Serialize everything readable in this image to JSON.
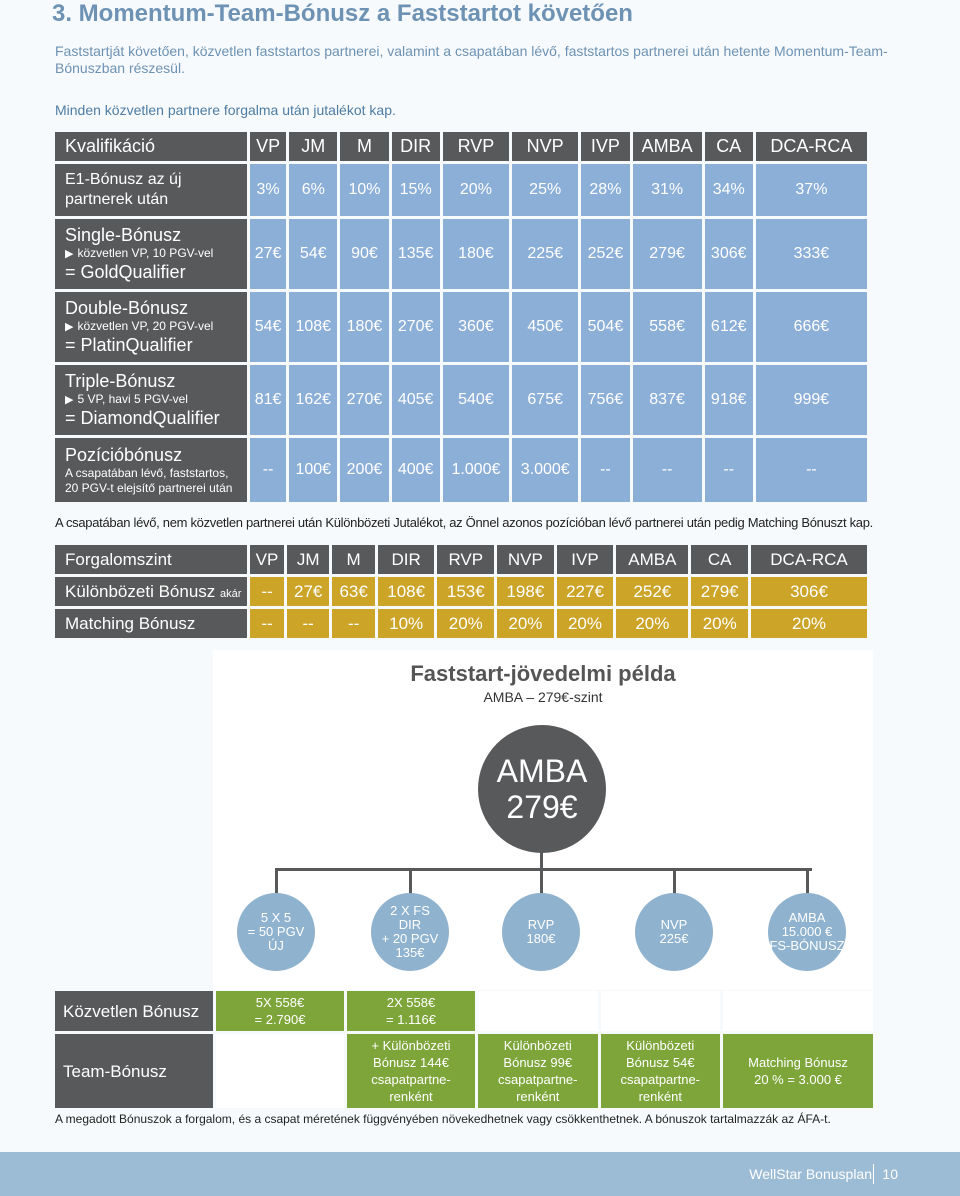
{
  "title": "3. Momentum-Team-Bónusz a Faststartot követően",
  "intro": "Faststartját követően, közvetlen faststartos partnerei, valamint a csapatában lévő, faststartos partnerei után hetente Momentum-Team-Bónuszban részesül.",
  "subheading": "Minden közvetlen partnere forgalma után jutalékot kap.",
  "qualification_table": {
    "header_label": "Kvalifikáció",
    "columns": [
      "VP",
      "JM",
      "M",
      "DIR",
      "RVP",
      "NVP",
      "IVP",
      "AMBA",
      "CA",
      "DCA-RCA"
    ],
    "rows": [
      {
        "label_lines": [
          "E1-Bónusz az új",
          "partnerek után"
        ],
        "values": [
          "3%",
          "6%",
          "10%",
          "15%",
          "20%",
          "25%",
          "28%",
          "31%",
          "34%",
          "37%"
        ]
      },
      {
        "label_title": "Single-Bónusz",
        "label_detail": "közvetlen VP, 10 PGV-vel",
        "label_result": "= GoldQualifier",
        "values": [
          "27€",
          "54€",
          "90€",
          "135€",
          "180€",
          "225€",
          "252€",
          "279€",
          "306€",
          "333€"
        ]
      },
      {
        "label_title": "Double-Bónusz",
        "label_detail": "közvetlen VP, 20 PGV-vel",
        "label_result": "= PlatinQualifier",
        "values": [
          "54€",
          "108€",
          "180€",
          "270€",
          "360€",
          "450€",
          "504€",
          "558€",
          "612€",
          "666€"
        ]
      },
      {
        "label_title": "Triple-Bónusz",
        "label_detail": "5 VP, havi 5 PGV-vel",
        "label_result": "= DiamondQualifier",
        "values": [
          "81€",
          "162€",
          "270€",
          "405€",
          "540€",
          "675€",
          "756€",
          "837€",
          "918€",
          "999€"
        ]
      },
      {
        "label_title": "Pozícióbónusz",
        "label_detail": "A csapatában lévő, faststartos, 20 PGV-t elejsítő partnerei után",
        "values": [
          "--",
          "100€",
          "200€",
          "400€",
          "1.000€",
          "3.000€",
          "--",
          "--",
          "--",
          "--"
        ]
      }
    ]
  },
  "note_differential": "A csapatában lévő, nem közvetlen partnerei után Különbözeti Jutalékot, az Önnel azonos pozícióban lévő partnerei után pedig Matching Bónuszt kap.",
  "bonus_table": {
    "header_label": "Forgalomszint",
    "columns": [
      "VP",
      "JM",
      "M",
      "DIR",
      "RVP",
      "NVP",
      "IVP",
      "AMBA",
      "CA",
      "DCA-RCA"
    ],
    "diff_label": "Különbözeti Bónusz",
    "diff_suffix": "akár",
    "diff_values": [
      "--",
      "27€",
      "63€",
      "108€",
      "153€",
      "198€",
      "227€",
      "252€",
      "279€",
      "306€"
    ],
    "matching_label": "Matching Bónusz",
    "matching_values": [
      "--",
      "--",
      "--",
      "10%",
      "20%",
      "20%",
      "20%",
      "20%",
      "20%",
      "20%"
    ]
  },
  "example": {
    "title": "Faststart-jövedelmi példa",
    "subtitle": "AMBA – 279€-szint",
    "main_line1": "AMBA",
    "main_line2": "279€",
    "circles": [
      [
        "5 X 5",
        "= 50 PGV",
        "ÚJ"
      ],
      [
        "2 X FS",
        "DIR",
        "+ 20 PGV",
        "135€"
      ],
      [
        "RVP",
        "180€"
      ],
      [
        "NVP",
        "225€"
      ],
      [
        "AMBA",
        "15.000 €",
        "FS-BÓNUSZ"
      ]
    ]
  },
  "income_table": {
    "direct_label": "Közvetlen Bónusz",
    "direct_cells": [
      [
        "5X 558€",
        "= 2.790€"
      ],
      [
        "2X 558€",
        "= 1.116€"
      ]
    ],
    "team_label": "Team-Bónusz",
    "team_cells": [
      [
        "+ Különbözeti",
        "Bónusz 144€",
        "csapatpartne-",
        "renként"
      ],
      [
        "Különbözeti",
        "Bónusz 99€",
        "csapatpartne-",
        "renként"
      ],
      [
        "Különbözeti",
        "Bónusz 54€",
        "csapatpartne-",
        "renként"
      ],
      [
        "Matching Bónusz",
        "20 % = 3.000 €"
      ]
    ]
  },
  "note_bottom": "A megadott Bónuszok a forgalom, és a csapat méretének függvényében növekedhetnek vagy csökkenthetnek. A bónuszok tartalmazzák az ÁFA-t.",
  "footer": {
    "brand": "WellStar Bonusplan",
    "page": "10"
  },
  "colors": {
    "dark_gray": "#58595b",
    "blue": "#8cafd8",
    "gold": "#cca427",
    "green": "#7ea53a",
    "title_blue": "#6d92b4"
  }
}
